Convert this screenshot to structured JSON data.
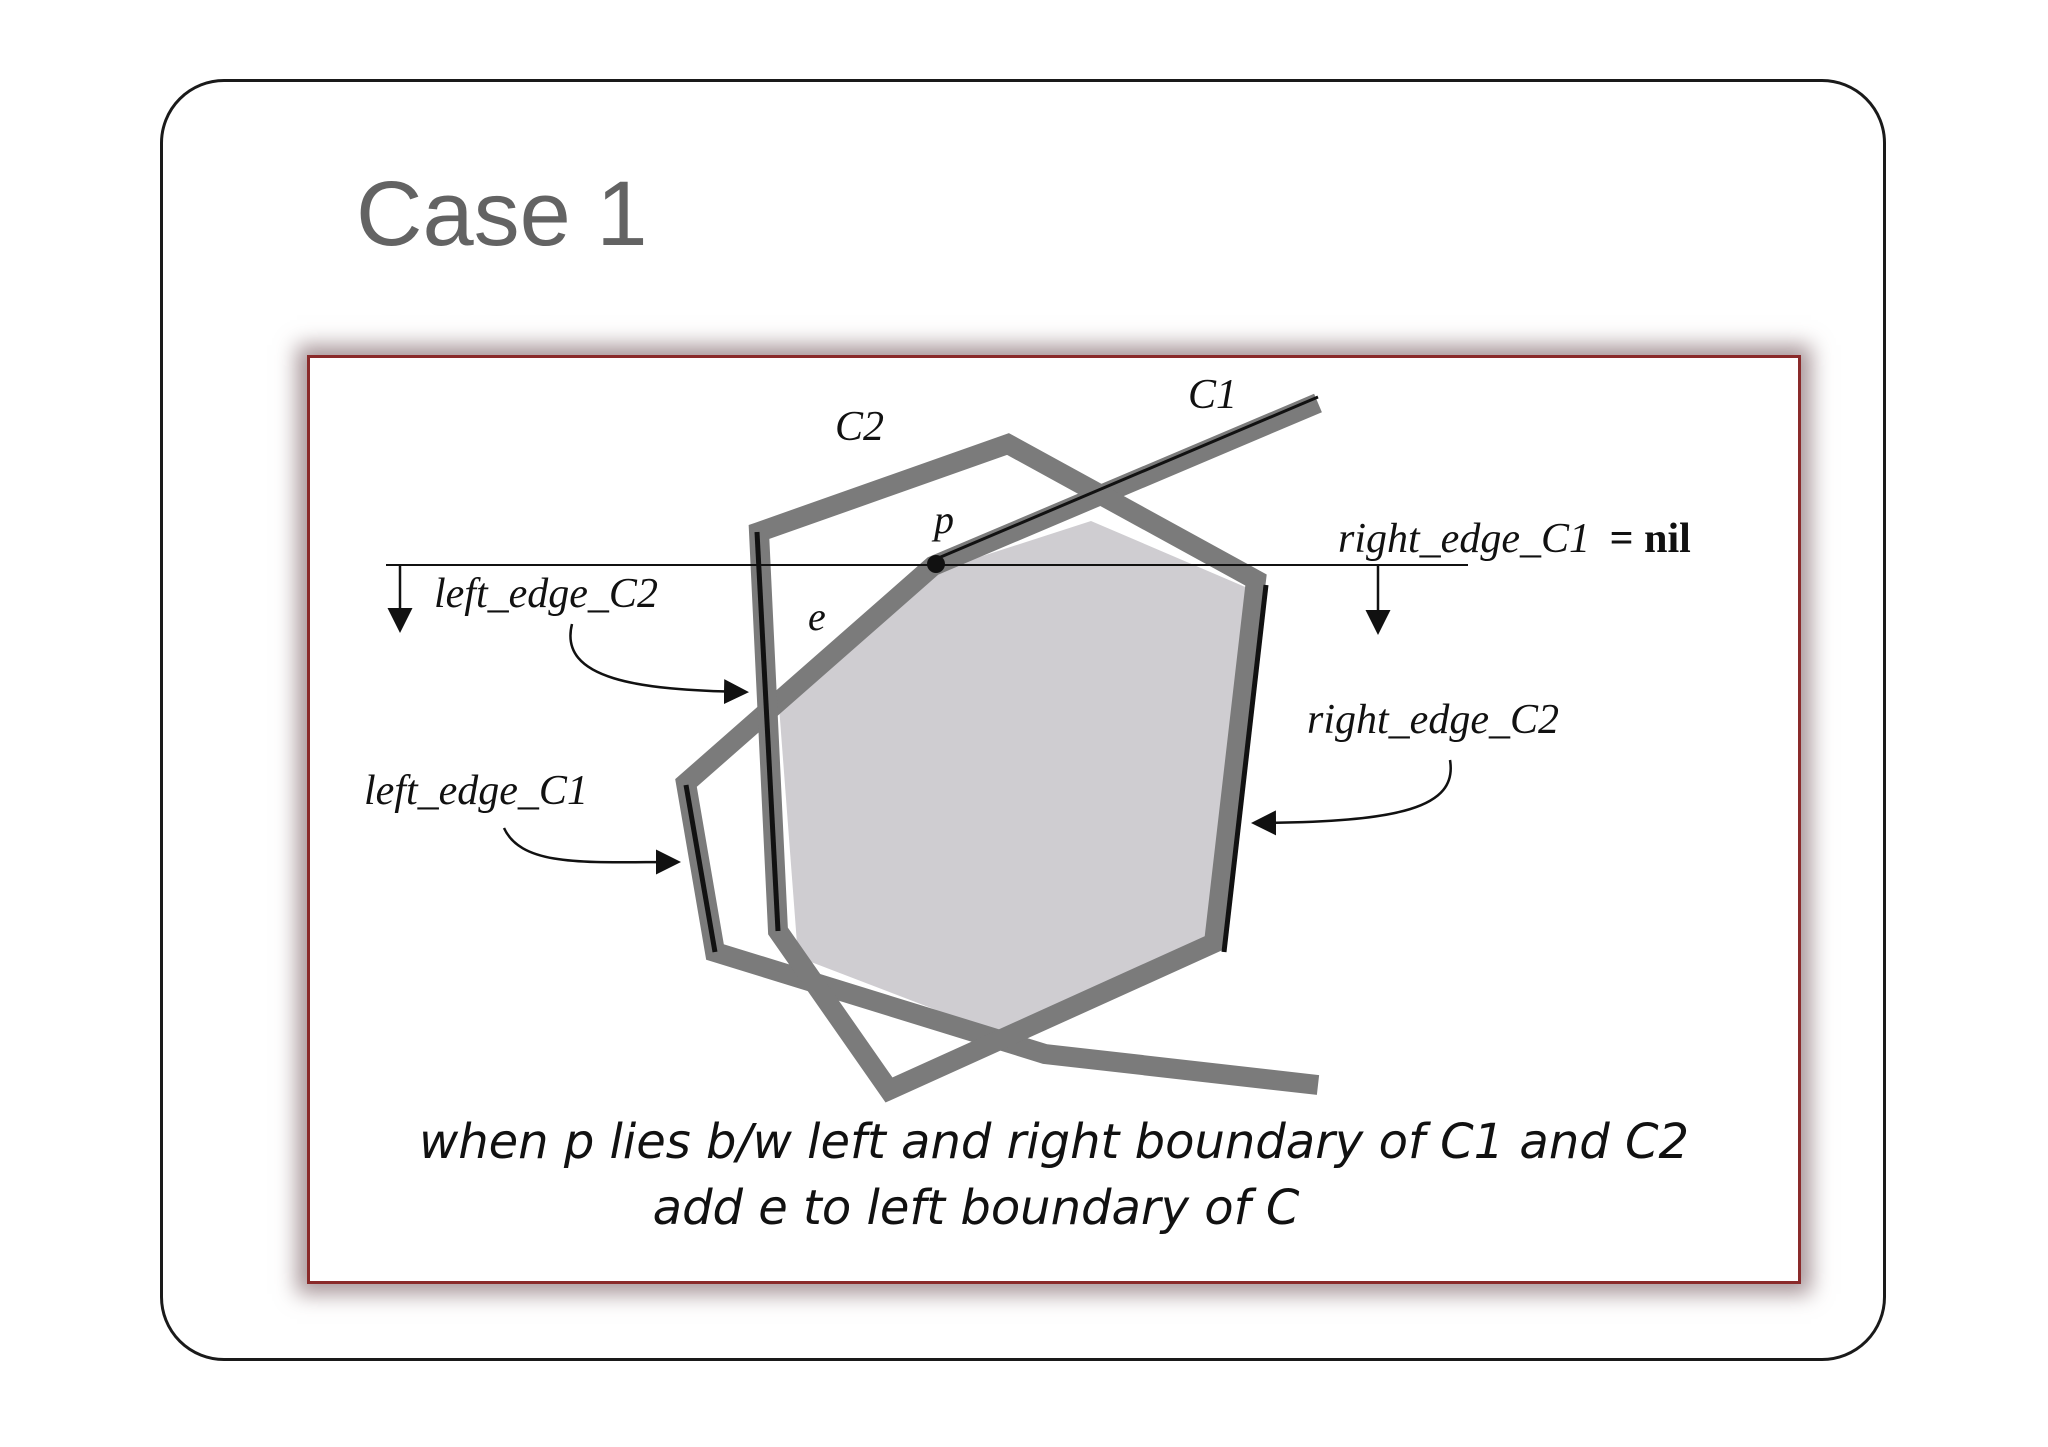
{
  "slide": {
    "title": "Case 1"
  },
  "figure": {
    "labels": {
      "c2_label": "C2",
      "c1_label": "C1",
      "p_label": "p",
      "e_label": "e",
      "right_edge_c1_label": "right_edge_C1",
      "right_edge_c1_value": "= nil",
      "left_edge_c2_label": "left_edge_C2",
      "right_edge_c2_label": "right_edge_C2",
      "left_edge_c1_label": "left_edge_C1"
    },
    "caption": {
      "line1": "when p lies b/w left and right boundary of C1 and C2",
      "line2": "add e to left boundary of C"
    }
  },
  "colors": {
    "polygon_band": "#7b7b7b",
    "intersection_fill": "#cfcdd1",
    "panel_border": "#8a2a2a",
    "title_text": "#636363"
  }
}
